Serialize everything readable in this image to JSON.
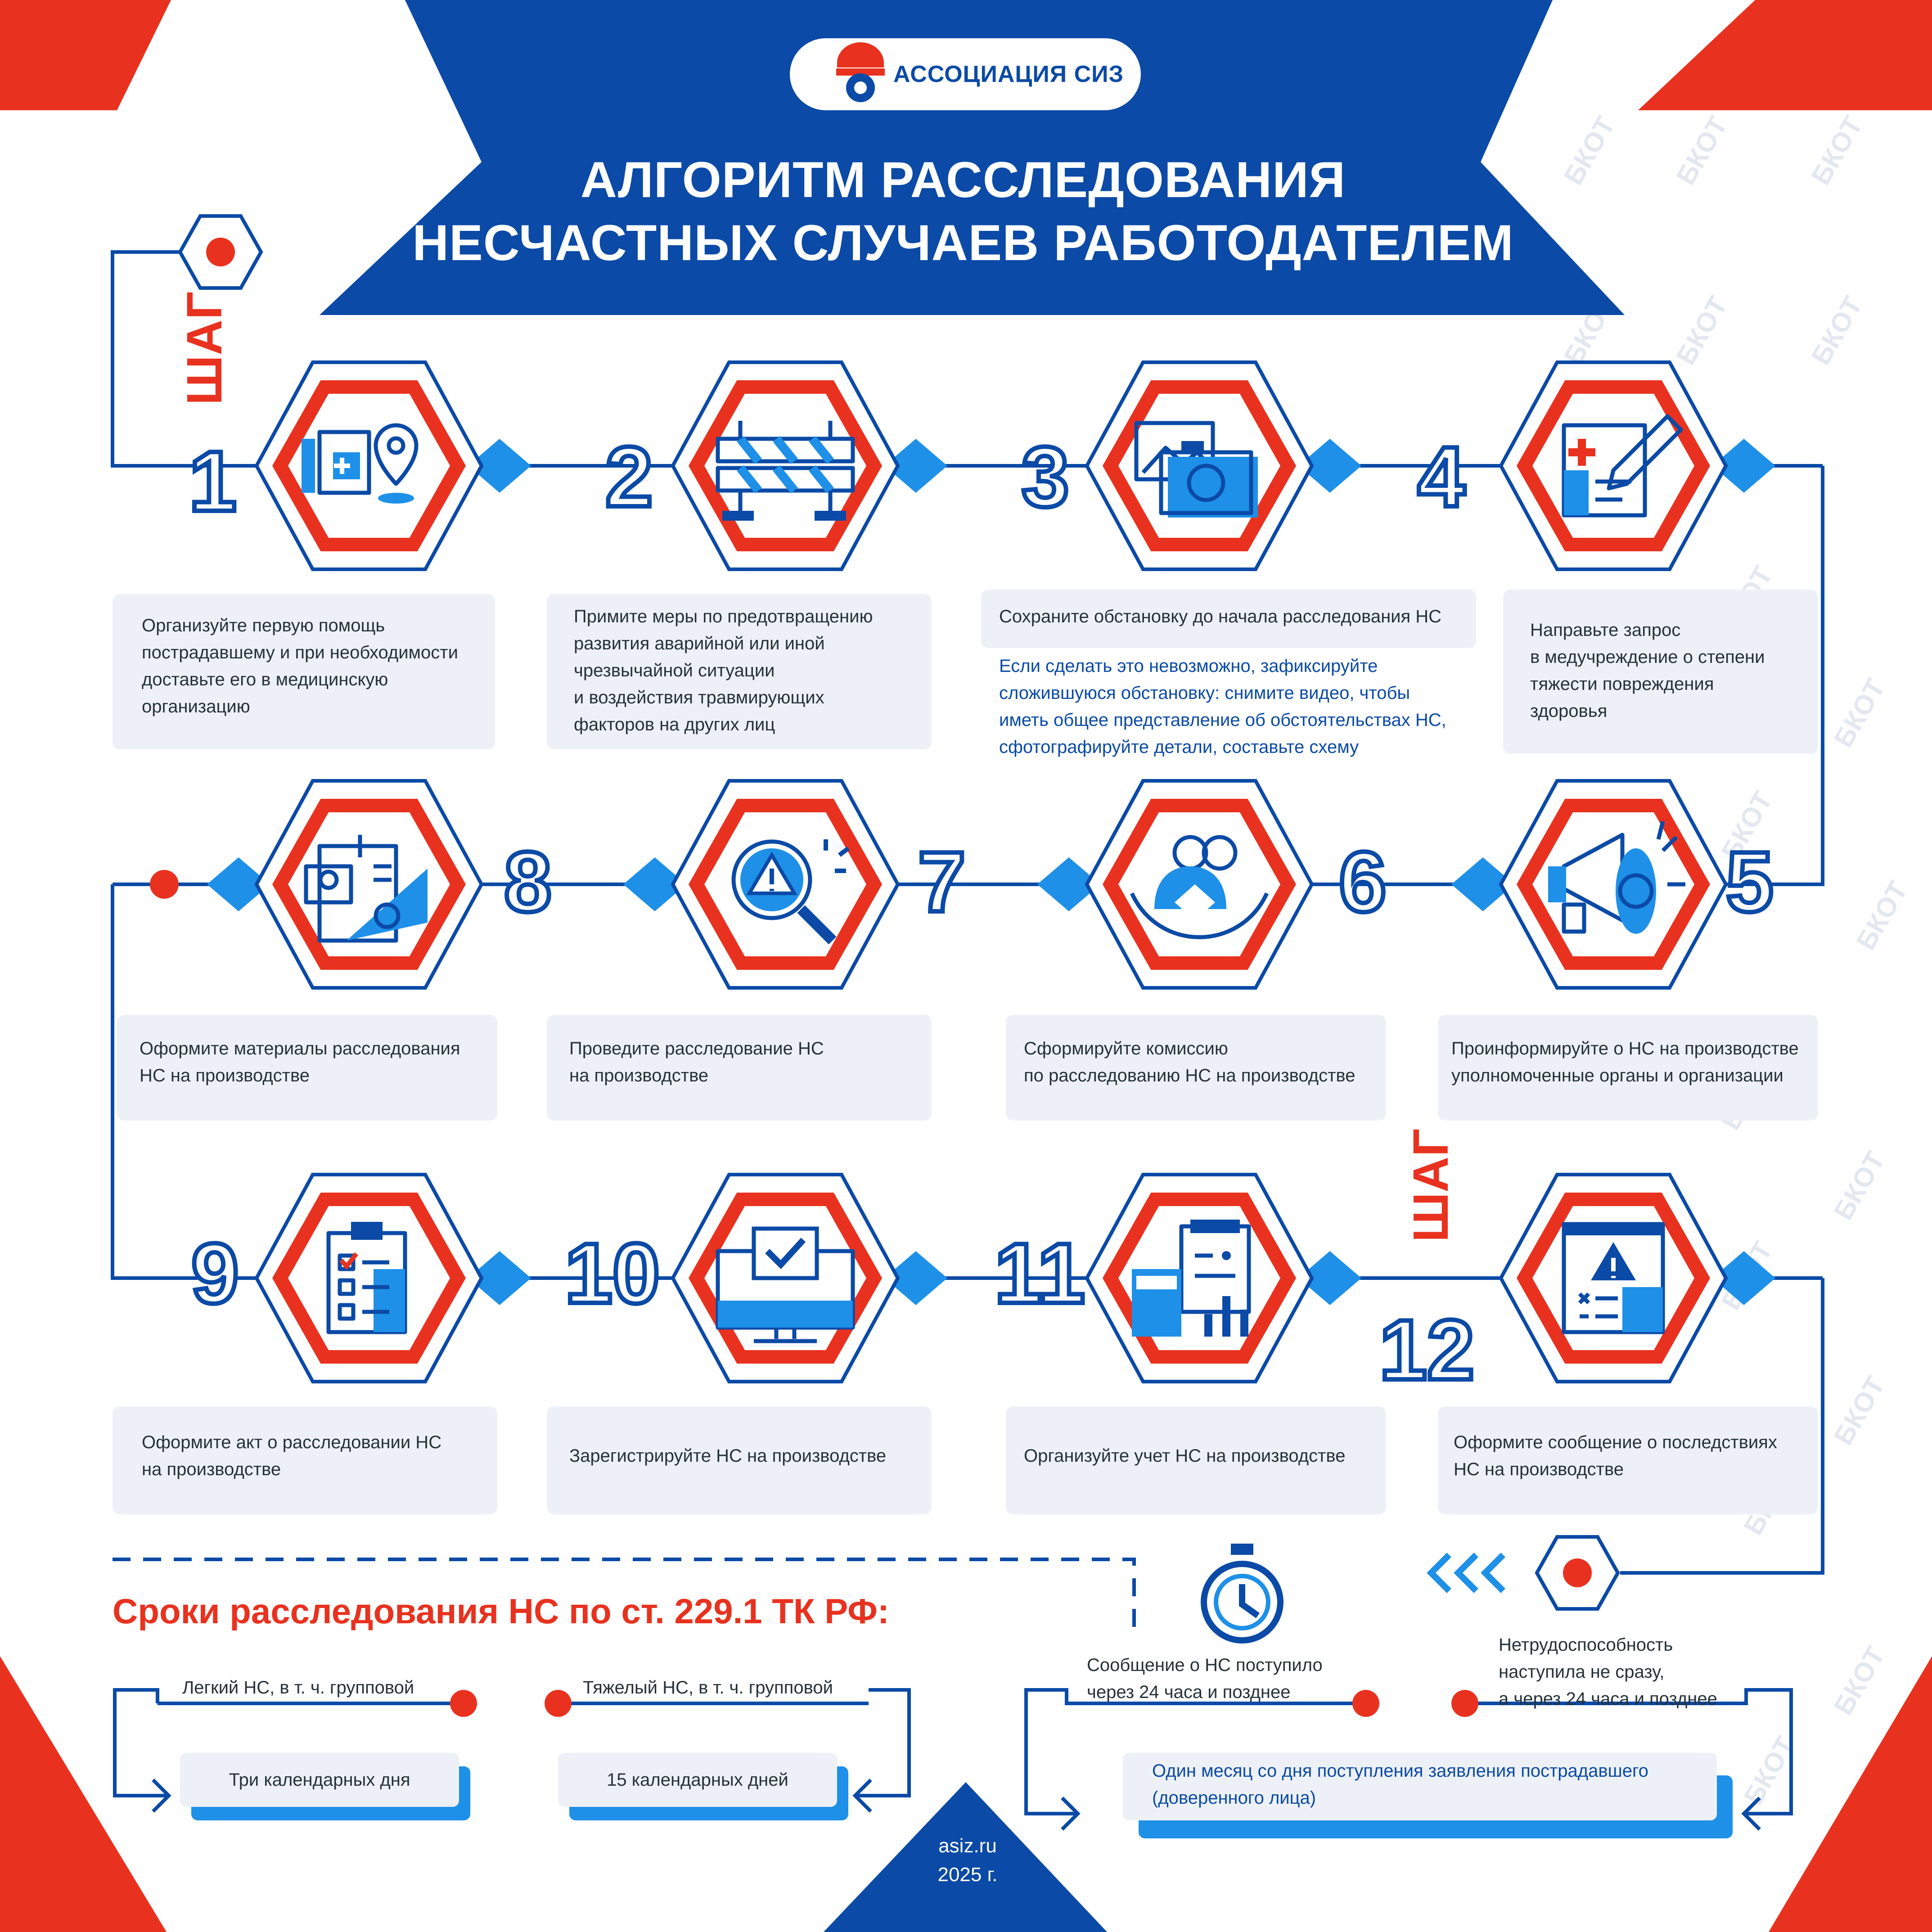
{
  "header": {
    "logo_text": "АССОЦИАЦИЯ СИЗ",
    "title_line1": "АЛГОРИТМ РАССЛЕДОВАНИЯ",
    "title_line2": "НЕСЧАСТНЫХ СЛУЧАЕВ РАБОТОДАТЕЛЕМ"
  },
  "step_word": "ШАГ",
  "steps": [
    {
      "number": "1",
      "icon": "first-aid-location-icon",
      "text": [
        "Организуйте первую помощь",
        "пострадавшему и при необходимости",
        "доставьте его в медицинскую",
        "организацию"
      ]
    },
    {
      "number": "2",
      "icon": "barrier-icon",
      "text": [
        "Примите меры по предотвращению",
        "развития аварийной или иной",
        "чрезвычайной ситуации",
        "и воздействия травмирующих",
        "факторов на других лиц"
      ]
    },
    {
      "number": "3",
      "icon": "camera-photo-icon",
      "text": [
        "Сохраните обстановку до начала расследования НС"
      ],
      "note": [
        "Если сделать это невозможно, зафиксируйте",
        "сложившуюся обстановку: снимите видео, чтобы",
        "иметь общее представление об обстоятельствах НС,",
        "сфотографируйте детали, составьте схему"
      ]
    },
    {
      "number": "4",
      "icon": "medical-request-icon",
      "text": [
        "Направьте запрос",
        "в медучреждение о степени",
        "тяжести повреждения",
        "здоровья"
      ]
    },
    {
      "number": "5",
      "icon": "megaphone-icon",
      "text": [
        "Проинформируйте о НС на производстве",
        "уполномоченные органы и организации"
      ]
    },
    {
      "number": "6",
      "icon": "commission-icon",
      "text": [
        "Сформируйте комиссию",
        "по расследованию НС на производстве"
      ]
    },
    {
      "number": "7",
      "icon": "investigation-icon",
      "text": [
        "Проведите расследование НС",
        "на производстве"
      ]
    },
    {
      "number": "8",
      "icon": "documents-icon",
      "text": [
        "Оформите материалы расследования",
        "НС на производстве"
      ]
    },
    {
      "number": "9",
      "icon": "checklist-icon",
      "text": [
        "Оформите акт о расследовании НС",
        "на производстве"
      ]
    },
    {
      "number": "10",
      "icon": "computer-register-icon",
      "text": [
        "Зарегистрируйте НС на производстве"
      ]
    },
    {
      "number": "11",
      "icon": "accounting-icon",
      "text": [
        "Организуйте учет НС на производстве"
      ]
    },
    {
      "number": "12",
      "icon": "warning-report-icon",
      "text": [
        "Оформите сообщение о последствиях",
        "НС на производстве"
      ]
    }
  ],
  "terms": {
    "title": "Сроки расследования НС по ст. 229.1 ТК РФ:",
    "light_label": "Легкий НС, в т. ч. групповой",
    "light_value": "Три календарных дня",
    "heavy_label": "Тяжелый НС, в т. ч. групповой",
    "heavy_value": "15 календарных дней",
    "late_msg": [
      "Сообщение о НС поступило",
      "через 24 часа и позднее"
    ],
    "late_disability": [
      "Нетрудоспособность",
      "наступила не сразу,",
      "а через 24 часа и позднее"
    ],
    "month_value": [
      "Один месяц со дня поступления заявления пострадавшего",
      "(доверенного лица)"
    ]
  },
  "footer": {
    "site": "asiz.ru",
    "year": "2025 г."
  },
  "watermark": "БКОТ",
  "colors": {
    "blue": "#0b4aa6",
    "red": "#e8321f",
    "cyan": "#1e90e8",
    "panel": "#edf1f7"
  }
}
